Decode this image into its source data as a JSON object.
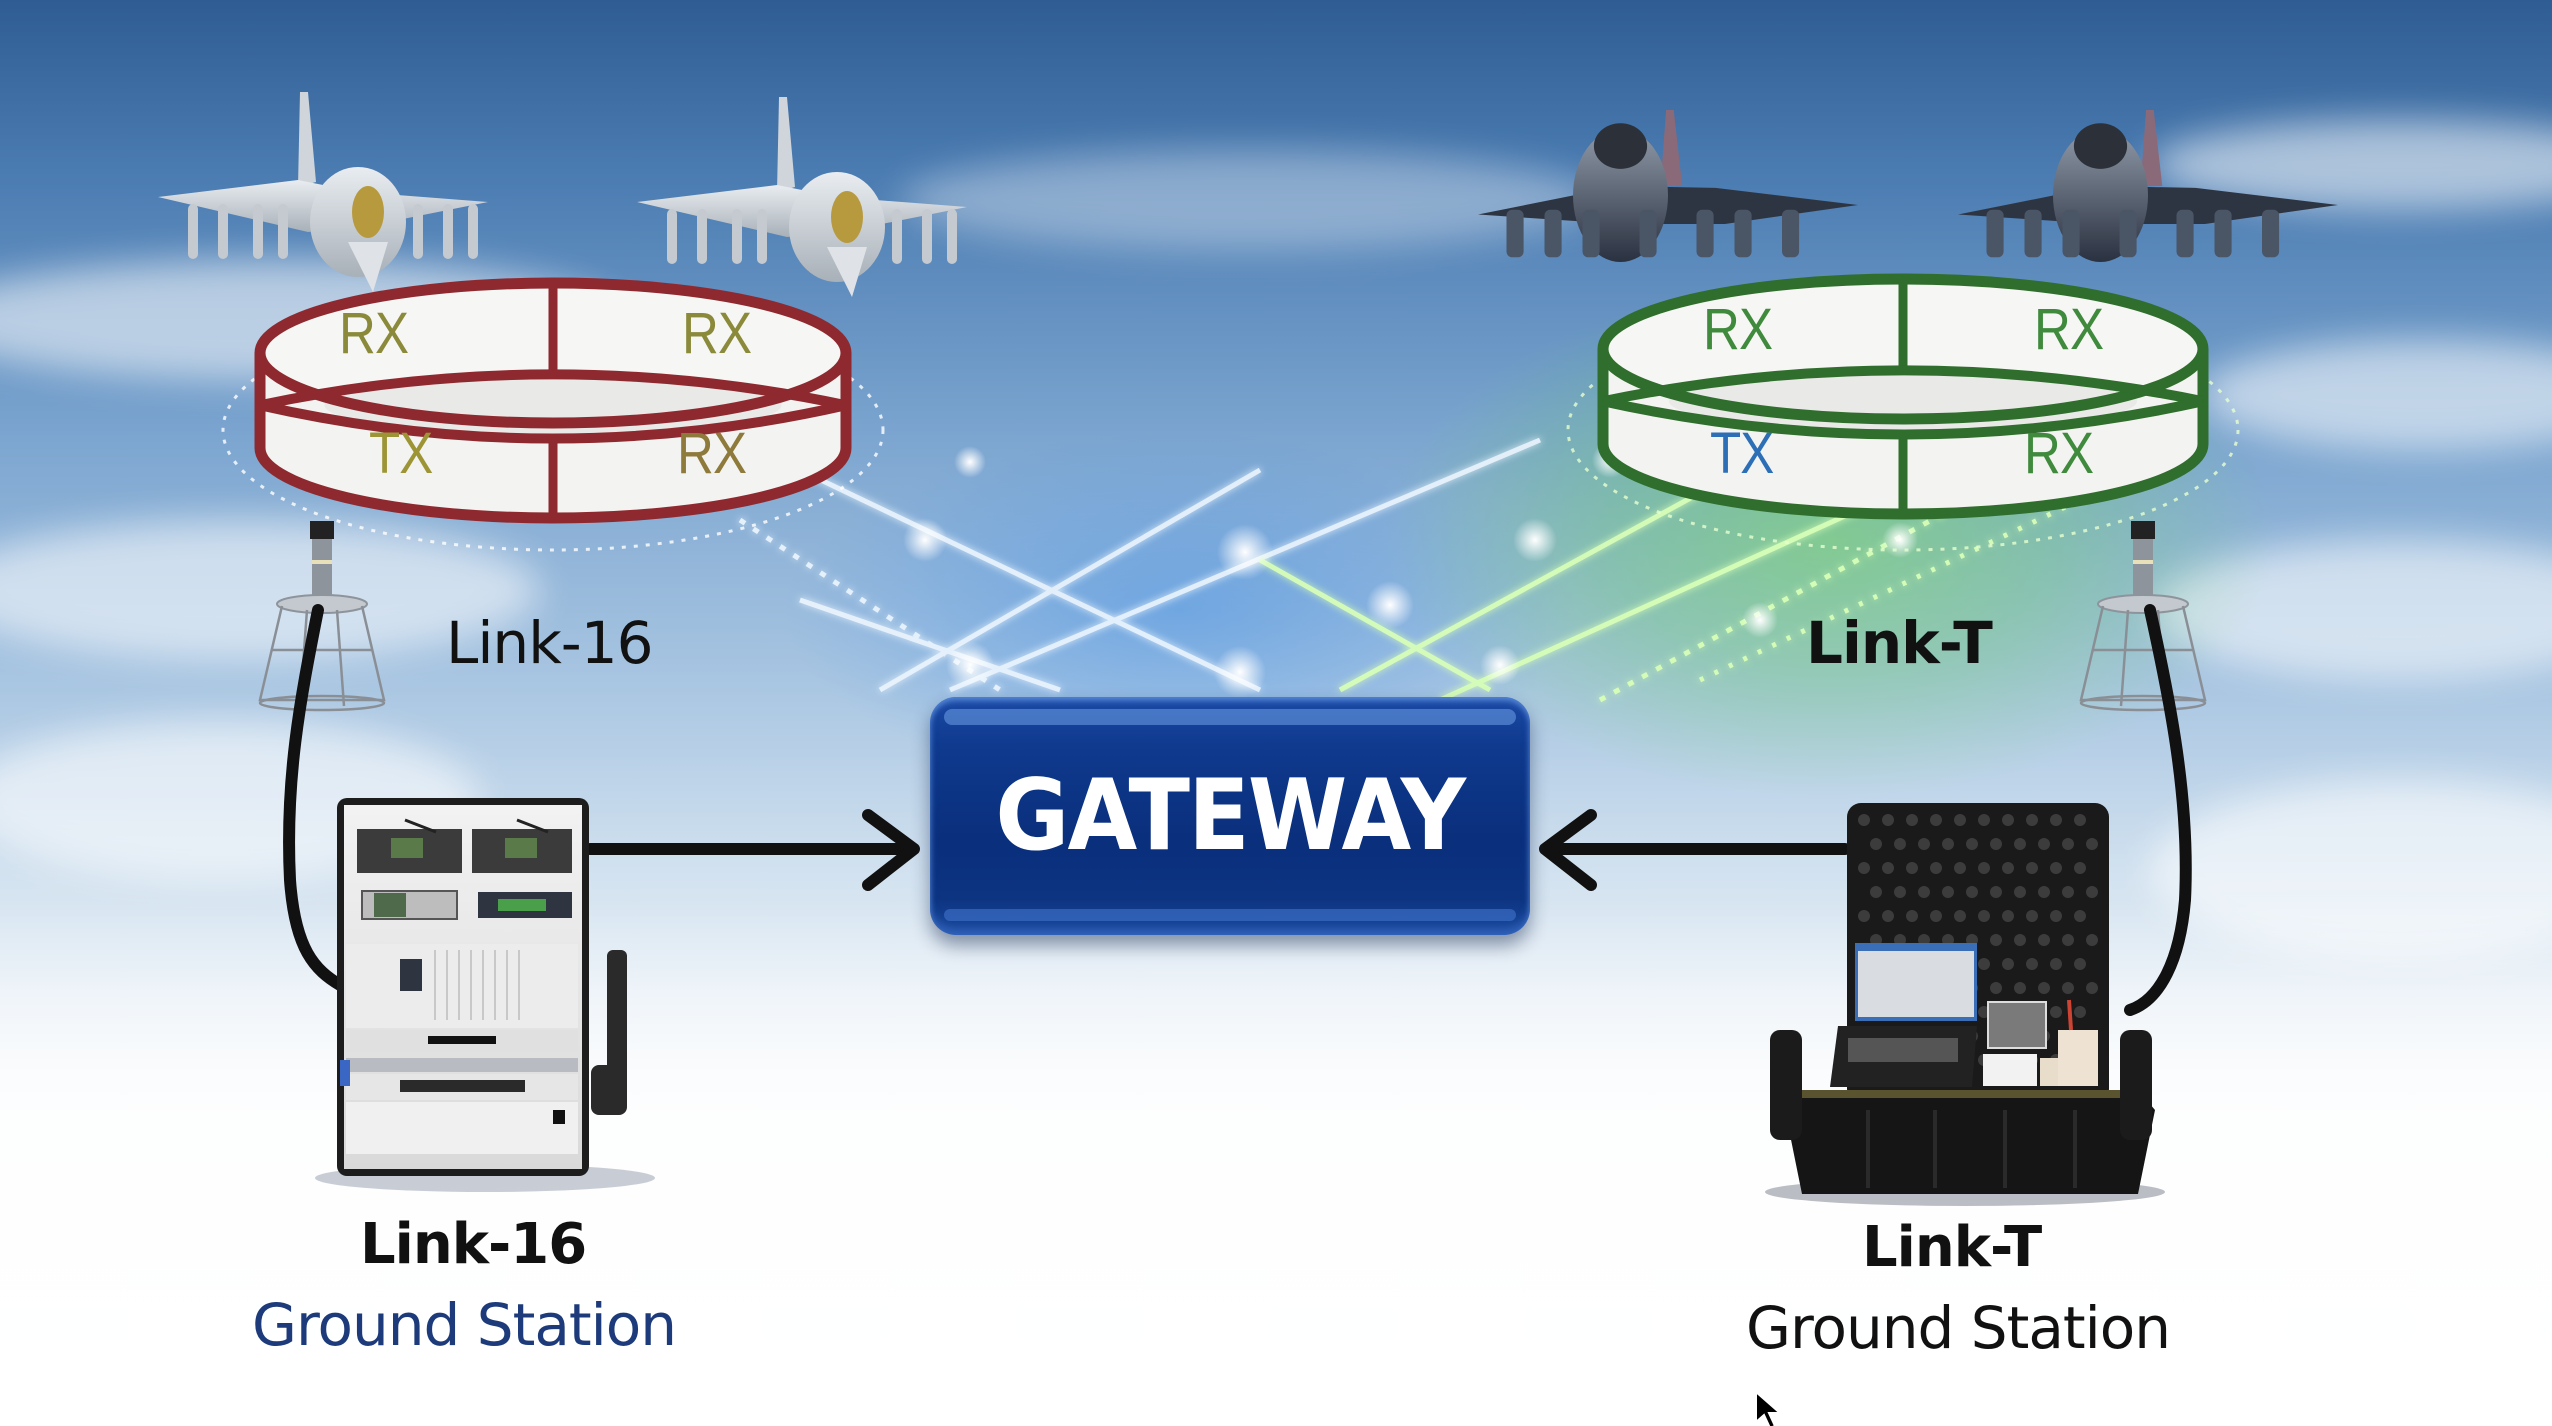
{
  "diagram": {
    "title": "Link-16 / Link-T Gateway Architecture",
    "gateway": {
      "label": "GATEWAY"
    },
    "networks": [
      {
        "id": "link16",
        "name": "Link-16",
        "ring_color": "#8e2a2f",
        "aircraft_count": 2,
        "slots": [
          {
            "label": "RX",
            "color": "#8a8a3a"
          },
          {
            "label": "RX",
            "color": "#8a8a3a"
          },
          {
            "label": "TX",
            "color": "#9c9435"
          },
          {
            "label": "RX",
            "color": "#8e7a3a"
          }
        ],
        "ground_station": {
          "title": "Link-16",
          "subtitle": "Ground Station",
          "subtitle_color": "#1d3b7a"
        }
      },
      {
        "id": "linkt",
        "name": "Link-T",
        "ring_color": "#2f6e2c",
        "aircraft_count": 2,
        "slots": [
          {
            "label": "RX",
            "color": "#3f8a3c"
          },
          {
            "label": "RX",
            "color": "#3f8a3c"
          },
          {
            "label": "TX",
            "color": "#2c6fb7"
          },
          {
            "label": "RX",
            "color": "#3f8a3c"
          }
        ],
        "ground_station": {
          "title": "Link-T",
          "subtitle": "Ground Station",
          "subtitle_color": "#111111"
        }
      }
    ],
    "connections": [
      {
        "from": "Link-16 Ground Station",
        "to": "GATEWAY",
        "direction": "right"
      },
      {
        "from": "Link-T Ground Station",
        "to": "GATEWAY",
        "direction": "left"
      }
    ],
    "colors": {
      "sky_top": "#2f5d93",
      "gateway_fill": "#0f3a8e",
      "arrow": "#111111",
      "beam_blue": "#dff0ff",
      "beam_green": "#c8ff9a"
    }
  }
}
